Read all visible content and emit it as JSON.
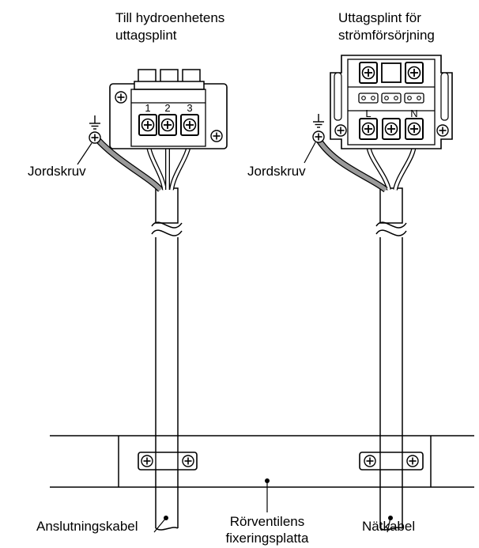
{
  "labels": {
    "left_terminal_line1": "Till hydroenhetens",
    "left_terminal_line2": "uttagsplint",
    "right_terminal_line1": "Uttagsplint för",
    "right_terminal_line2": "strömförsörjning",
    "earth_screw_left": "Jordskruv",
    "earth_screw_right": "Jordskruv",
    "connection_cable": "Anslutningskabel",
    "plate_line1": "Rörventilens",
    "plate_line2": "fixeringsplatta",
    "power_cable": "Nätkabel"
  },
  "terminals": {
    "left_numbers": [
      "1",
      "2",
      "3"
    ],
    "right_letters": [
      "L",
      "N"
    ]
  },
  "colors": {
    "line": "#000000",
    "earth_wire": "#9a9a9a",
    "background": "#ffffff"
  }
}
